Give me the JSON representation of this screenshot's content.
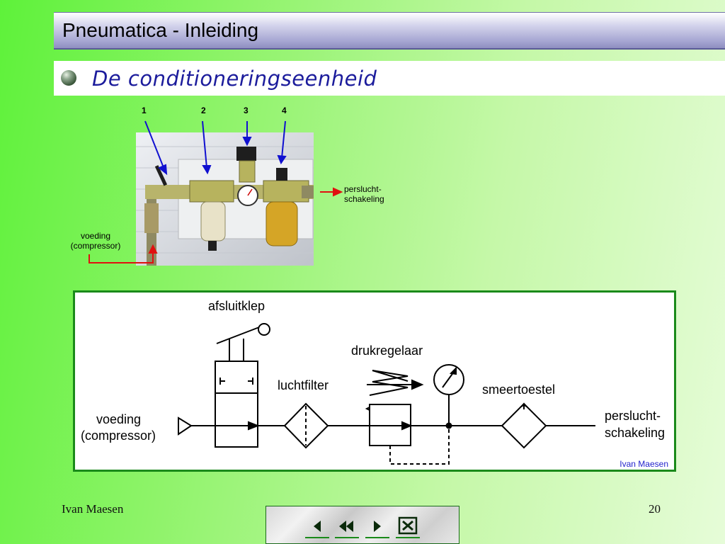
{
  "slide": {
    "title": "Pneumatica - Inleiding",
    "subtitle": "De conditioneringseenheid",
    "footer_author": "Ivan Maesen",
    "page_number": "20"
  },
  "photo": {
    "labels": [
      "1",
      "2",
      "3",
      "4"
    ],
    "label_supply_line1": "voeding",
    "label_supply_line2": "(compressor)",
    "label_output_line1": "perslucht-",
    "label_output_line2": "schakeling"
  },
  "schema": {
    "label_valve": "afsluitklep",
    "label_regulator": "drukregelaar",
    "label_filter": "luchtfilter",
    "label_lubricator": "smeertoestel",
    "label_supply_line1": "voeding",
    "label_supply_line2": "(compressor)",
    "label_output_line1": "perslucht-",
    "label_output_line2": "schakeling",
    "credit": "Ivan Maesen"
  },
  "navigation": {
    "buttons": [
      "previous-slide",
      "first-slide",
      "next-slide",
      "end-show"
    ]
  },
  "colors": {
    "accent_blue": "#1c1c9c",
    "border_green": "#1a8a1a",
    "arrow_red": "#e01010",
    "pointer_blue": "#1010d0"
  }
}
